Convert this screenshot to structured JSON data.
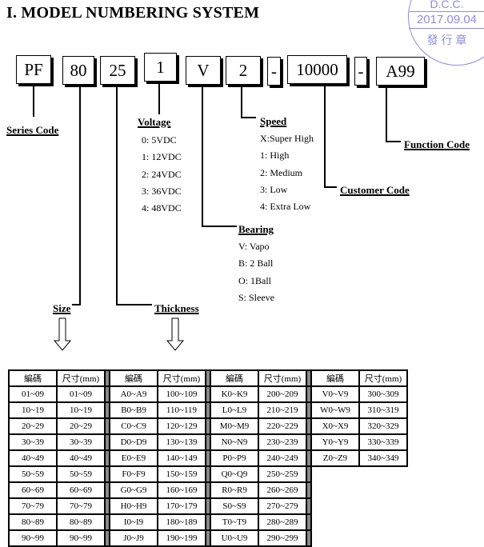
{
  "title": "I.  MODEL NUMBERING SYSTEM",
  "stamp": {
    "line1": "D.C.C.",
    "line2": "2017.09.04",
    "line3": "發 行 章",
    "color": "#8f8bdc"
  },
  "code_boxes": [
    "PF",
    "80",
    "25",
    "1",
    "V",
    "2",
    "-",
    "10000",
    "-",
    "A99"
  ],
  "labels": {
    "series": "Series Code",
    "voltage": "Voltage",
    "speed": "Speed",
    "function": "Function Code",
    "customer": "Customer Code",
    "bearing": "Bearing",
    "size": "Size",
    "thickness": "Thickness"
  },
  "voltage_items": [
    "0: 5VDC",
    "1: 12VDC",
    "2: 24VDC",
    "3: 36VDC",
    "4: 48VDC"
  ],
  "speed_items": [
    "X:Super High",
    "1: High",
    "2: Medium",
    "3: Low",
    "4: Extra Low"
  ],
  "bearing_items": [
    "V: Vapo",
    "B: 2 Ball",
    "O: 1Ball",
    "S: Sleeve"
  ],
  "table": {
    "header": [
      "編碼",
      "尺寸(mm)"
    ],
    "groups": [
      [
        [
          "01~09",
          "01~09"
        ],
        [
          "10~19",
          "10~19"
        ],
        [
          "20~29",
          "20~29"
        ],
        [
          "30~39",
          "30~39"
        ],
        [
          "40~49",
          "40~49"
        ],
        [
          "50~59",
          "50~59"
        ],
        [
          "60~69",
          "60~69"
        ],
        [
          "70~79",
          "70~79"
        ],
        [
          "80~89",
          "80~89"
        ],
        [
          "90~99",
          "90~99"
        ]
      ],
      [
        [
          "A0~A9",
          "100~109"
        ],
        [
          "B0~B9",
          "110~119"
        ],
        [
          "C0~C9",
          "120~129"
        ],
        [
          "D0~D9",
          "130~139"
        ],
        [
          "E0~E9",
          "140~149"
        ],
        [
          "F0~F9",
          "150~159"
        ],
        [
          "G0~G9",
          "160~169"
        ],
        [
          "H0~H9",
          "170~179"
        ],
        [
          "I0~I9",
          "180~189"
        ],
        [
          "J0~J9",
          "190~199"
        ]
      ],
      [
        [
          "K0~K9",
          "200~209"
        ],
        [
          "L0~L9",
          "210~219"
        ],
        [
          "M0~M9",
          "220~229"
        ],
        [
          "N0~N9",
          "230~239"
        ],
        [
          "P0~P9",
          "240~249"
        ],
        [
          "Q0~Q9",
          "250~259"
        ],
        [
          "R0~R9",
          "260~269"
        ],
        [
          "S0~S9",
          "270~279"
        ],
        [
          "T0~T9",
          "280~289"
        ],
        [
          "U0~U9",
          "290~299"
        ]
      ],
      [
        [
          "V0~V9",
          "300~309"
        ],
        [
          "W0~W9",
          "310~319"
        ],
        [
          "X0~X9",
          "320~329"
        ],
        [
          "Y0~Y9",
          "330~339"
        ],
        [
          "Z0~Z9",
          "340~349"
        ]
      ]
    ]
  }
}
